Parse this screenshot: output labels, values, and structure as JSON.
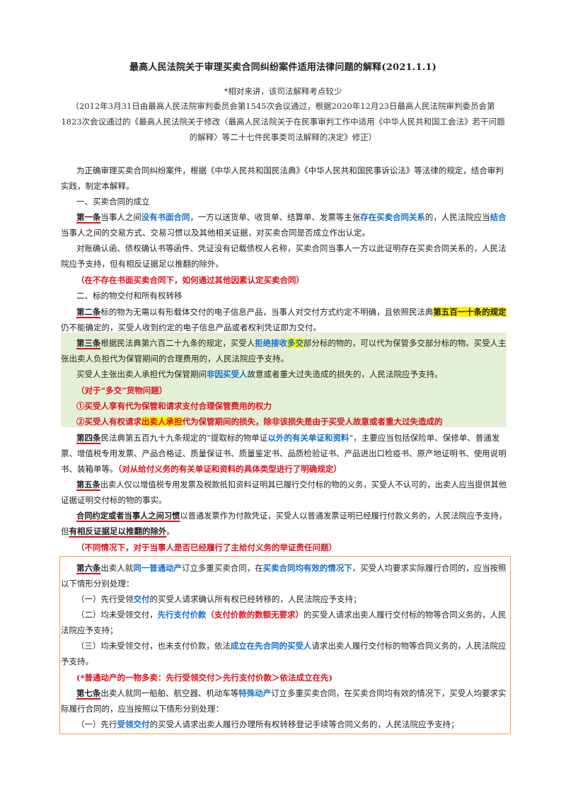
{
  "doc": {
    "title": "最高人民法院关于审理买卖合同纠纷案件适用法律问题的解释(2021.1.1)",
    "subtitle": "*相对来讲，该司法解释考点较少",
    "note": "（2012年3月31日由最高人民法院审判委员会第1545次会议通过，根据2020年12月23日最高人民法院审判委员会第1823次会议通过的《最高人民法院关于修改〈最高人民法院关于在民事审判工作中适用《中华人民共和国工会法》若干问题的解释〉等二十七件民事类司法解释的决定》修正）"
  },
  "intro": {
    "p1a": "为正确审理买卖合同纠纷案件，根据《中华人民共和国民法典》《中华人民共和国民事诉讼法》等法律的规定，结合审判",
    "p1b": "实践，制定本解释。",
    "sec1": "一、买卖合同的成立"
  },
  "art1": {
    "label": "第一条",
    "t1": "当事人之间",
    "k1": "没有书面合同",
    "t2": "，一方以送货单、收货单、结算单、发票等主张",
    "k2": "存在买卖合同关系",
    "t3": "的，人民法院应当",
    "k3": "结合",
    "l2": "当事人之间的交易方式、交易习惯以及其他相关证据，对买卖合同是否成立作出认定。",
    "p2a": "对账确认函、债权确认书等函件、凭证没有记载债权人名称，买卖合同当事人一方以此证明存在买卖合同关系的，人民法",
    "p2b": "院应予支持，但有相反证据足以推翻的除外。",
    "remark": "（在不存在书面买卖合同下，如何通过其他因素认定买卖合同）"
  },
  "sec2": "二、标的物交付和所有权转移",
  "art2": {
    "label": "第二条",
    "t1": "标的物为无需以有形载体交付的电子信息产品，当事人对交付方式约定不明确，且依照民法典",
    "k1": "第五百一十条的规定",
    "l2": "仍不能确定的，买受人收到约定的电子信息产品或者权利凭证即为交付。"
  },
  "art3": {
    "label": "第三条",
    "t1": "根据民法典第六百二十九条的规定，买受人",
    "k1": "拒绝接收",
    "k2": "多交",
    "t2": "部分标的物的，可以代为保管多交部分标的物。买受人主",
    "l2": "张出卖人负担代为保管期间的合理费用的，人民法院应予支持。",
    "p2t1": "买受人主张出卖人承担代为保管期间",
    "p2k1": "非因买受人",
    "p2t2": "故意或者重大过失造成的损失的，人民法院应予支持。",
    "r1": "（对于“多交”货物问题）",
    "r2": "①买受人享有代为保管和请求支付合理保管费用的权力",
    "r3a": "②买受人有权请求",
    "r3b": "出卖人承担",
    "r3c": "代为保管期间的损失，除非该损失是由于买受人故意或者重大过失造成的"
  },
  "art4": {
    "label": "第四条",
    "t1": "民法典第五百九十九条规定的“提取标的物单证",
    "k1": "以外的有关单证和资料",
    "t2": "”，主要应当包括保险单、保修单、普通发",
    "l2": "票、增值税专用发票、产品合格证、质量保证书、质量鉴定书、品质检验证书、产品进出口检疫书、原产地证明书、使用说明",
    "l3": "书、装箱单等。",
    "remark": "（对从给付义务的有关单证和资料的具体类型进行了明确规定）"
  },
  "art5": {
    "label": "第五条",
    "t1": "出卖人仅以增值税专用发票及税款抵扣资料证明其已履行交付标的物的义务，买受人不认可的，出卖人应当提供其他",
    "l2": "证据证明交付标的物的事实。",
    "p2k1": "合同约定或者当事人之间习惯",
    "p2t1": "以普通发票作为付款凭证，买受人以普通发票证明已经履行付款义务的，人民法院应予支持，",
    "p2t2": "但",
    "p2k2": "有相反证据足以推翻的除外",
    "p2t3": "。",
    "remark": "（不同情况下，对于当事人是否已经履行了主给付义务的举证责任问题）"
  },
  "art6": {
    "label": "第六条",
    "t1": "出卖人就",
    "k1": "同一普通动产",
    "t2": "订立多重买卖合同，在",
    "k2": "买卖合同均有效的情况下",
    "t3": "，买受人均要求实际履行合同的，应当按照",
    "l2": "以下情形分别处理：",
    "i1a": "（一）先行受领",
    "i1k": "交付",
    "i1b": "的买受人请求确认所有权已经转移的，人民法院应予支持；",
    "i2a": "（二）均未受领交付，",
    "i2k": "先行支付价款",
    "i2r": "（支付价款的数额无要求）",
    "i2b": "的买受人请求出卖人履行交付标的物等合同义务的，人民",
    "i2c": "法院应予支持；",
    "i3a": "（三）均未受领交付，也未支付价款，依法",
    "i3k": "成立在先合同的买受人",
    "i3b": "请求出卖人履行交付标的物等合同义务的，人民法院应",
    "i3c": "予支持。",
    "remark": "(*普通动产的一物多卖：先行受领交付＞先行支付价款＞依法成立在先)"
  },
  "art7": {
    "label": "第七条",
    "t1": "出卖人就同一船舶、航空器、机动车等",
    "k1": "特殊动产",
    "t2": "订立多重买卖合同，在买卖合同均有效的情况下，买受人均要求实",
    "l2": "际履行合同的，应当按照以下情形分别处理：",
    "i1a": "（一）先行",
    "i1k": "受领交付",
    "i1b": "的买受人请求出卖人履行办理所有权转移登记手续等合同义务的，人民法院应予支持；"
  }
}
